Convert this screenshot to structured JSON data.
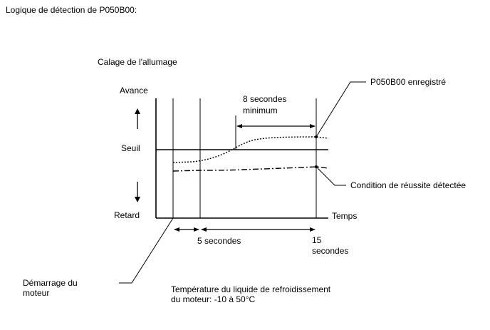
{
  "title": "Logique de détection de P050B00:",
  "y_axis": {
    "label": "Calage de l'allumage",
    "top_label": "Avance",
    "middle_label": "Seuil",
    "bottom_label": "Retard"
  },
  "x_axis": {
    "label": "Temps"
  },
  "annotations": {
    "duration_line1": "8 secondes",
    "duration_line2": "minimum",
    "recorded": "P050B00 enregistré",
    "success": "Condition de réussite détectée",
    "five_seconds": "5 secondes",
    "fifteen_line1": "15",
    "fifteen_line2": "secondes",
    "engine_start_line1": "Démarrage du",
    "engine_start_line2": "moteur",
    "coolant_line1": "Température du liquide de refroidissement",
    "coolant_line2": "du moteur: -10 à 50°C"
  },
  "colors": {
    "ink": "#000000",
    "background": "#ffffff"
  }
}
